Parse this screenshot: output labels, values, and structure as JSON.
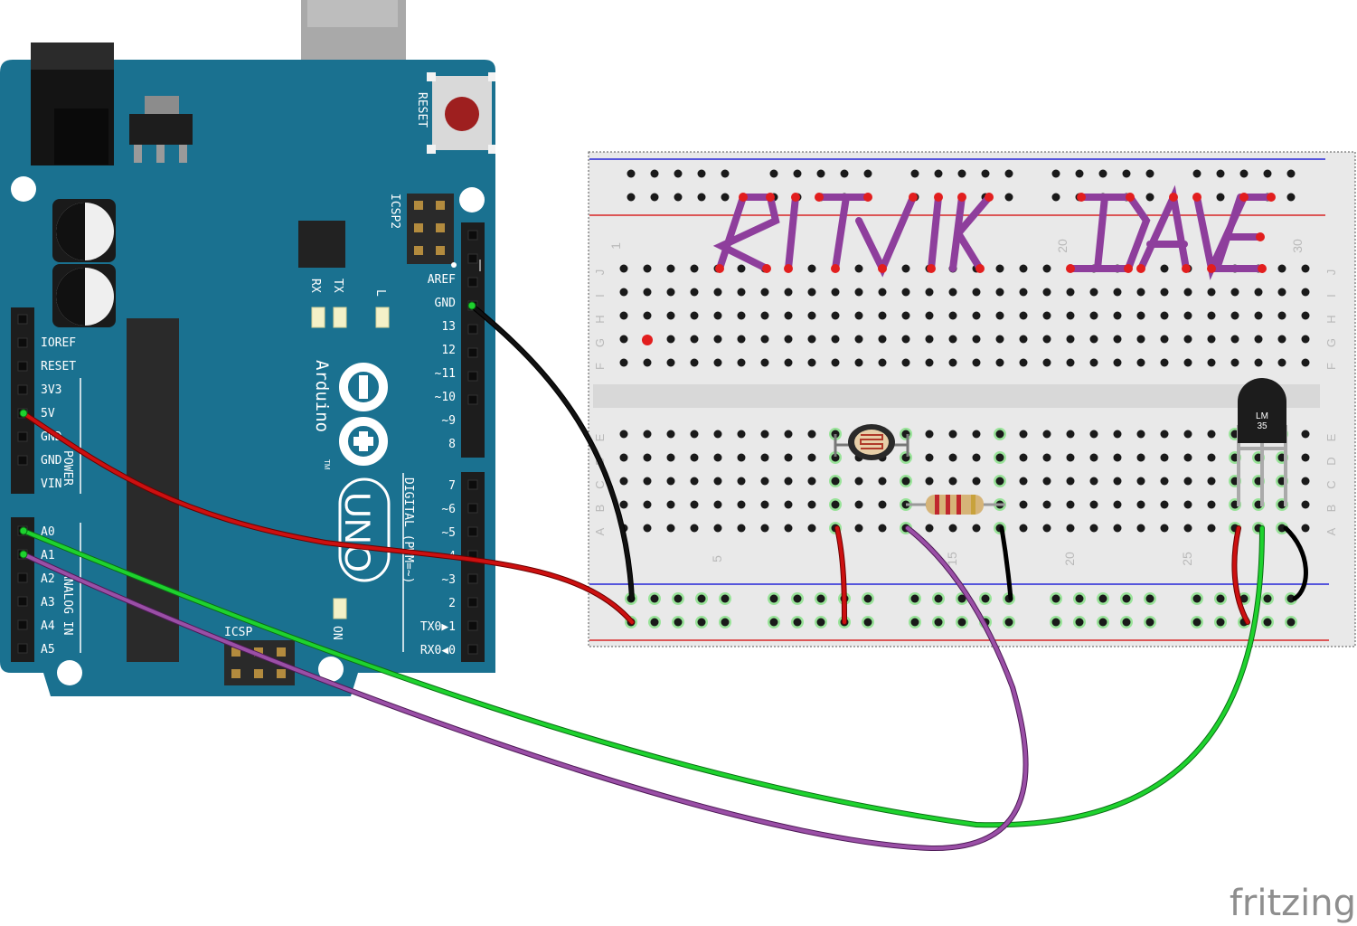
{
  "arduino": {
    "reset_label": "RESET",
    "icsp2_label": "ICSP2",
    "icsp_label": "ICSP",
    "rx_label": "RX",
    "tx_label": "TX",
    "l_label": "L",
    "on_label": "ON",
    "brand_label": "Arduino",
    "tm_label": "TM",
    "model_label": "UNO",
    "digital_label": "DIGITAL (PWM=~)",
    "power_label": "POWER",
    "analog_label": "ANALOG IN",
    "power_pins": [
      "IOREF",
      "RESET",
      "3V3",
      "5V",
      "GND",
      "GND",
      "VIN"
    ],
    "analog_pins": [
      "A0",
      "A1",
      "A2",
      "A3",
      "A4",
      "A5"
    ],
    "digital_top": [
      "AREF",
      "GND",
      "13",
      "12",
      "~11",
      "~10",
      "~9",
      "8"
    ],
    "digital_bottom": [
      "7",
      "~6",
      "~5",
      "4",
      "~3",
      "2",
      "TX0▶1",
      "RX0◀0"
    ]
  },
  "breadboard": {
    "row_labels_top": [
      "J",
      "I",
      "H",
      "G",
      "F"
    ],
    "row_labels_bottom": [
      "E",
      "D",
      "C",
      "B",
      "A"
    ],
    "col_numbers_top": [
      "1",
      "20",
      "30"
    ],
    "col_numbers_bottom": [
      "5",
      "15",
      "20",
      "25"
    ],
    "annotation": "RITVIK DAVE",
    "annotation_color": "#8e3e9c"
  },
  "components": {
    "sensor_label_line1": "LM",
    "sensor_label_line2": "35"
  },
  "wires": [
    {
      "from": "GND",
      "to": "breadboard-ground-rail",
      "color": "#111111"
    },
    {
      "from": "5V",
      "to": "breadboard-power-rail",
      "color": "#cc1010"
    },
    {
      "from": "A0",
      "to": "LM35-output",
      "color": "#12c022"
    },
    {
      "from": "A1",
      "to": "photoresistor-divider",
      "color": "#8e3e9c"
    }
  ],
  "colors": {
    "board": "#1a7190",
    "board_dark": "#0f5a73",
    "breadboard": "#e9e9e9",
    "rail_blue": "#2626d8",
    "rail_red": "#d82626",
    "highlight_green": "#54d454"
  },
  "watermark": "fritzing"
}
